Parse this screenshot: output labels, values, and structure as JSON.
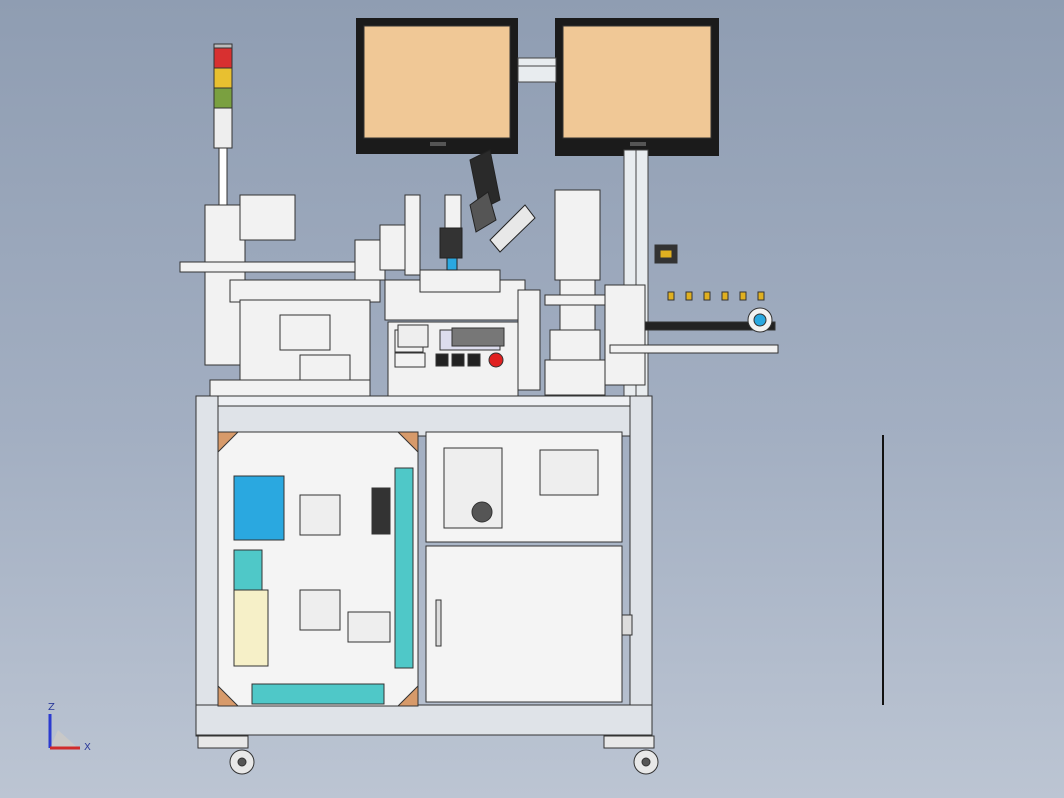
{
  "viewport": {
    "background_top": "#8f9db2",
    "background_bottom": "#bcc5d3"
  },
  "axes_triad": {
    "z_label": "Z",
    "x_label": "X",
    "z_color": "#2b3ad0",
    "x_color": "#d02b2b"
  },
  "colors": {
    "monitor_screen": "#f0c896",
    "monitor_bezel": "#1b1b1b",
    "frame": "#dfe3e8",
    "panel_bg": "#f4f4f4",
    "blue_module": "#2aa8e0",
    "teal_module": "#4fc8c8",
    "corner_gusset": "#d79a6a",
    "tower_red": "#d83030",
    "tower_yellow": "#e8c030",
    "tower_green": "#7aa040",
    "estop_red": "#e02020",
    "sensor_yellow": "#e0b020"
  },
  "components": [
    "signal-tower",
    "monitor-left",
    "monitor-right",
    "machine-table",
    "electrical-cabinet",
    "control-panel",
    "conveyor",
    "casters"
  ]
}
